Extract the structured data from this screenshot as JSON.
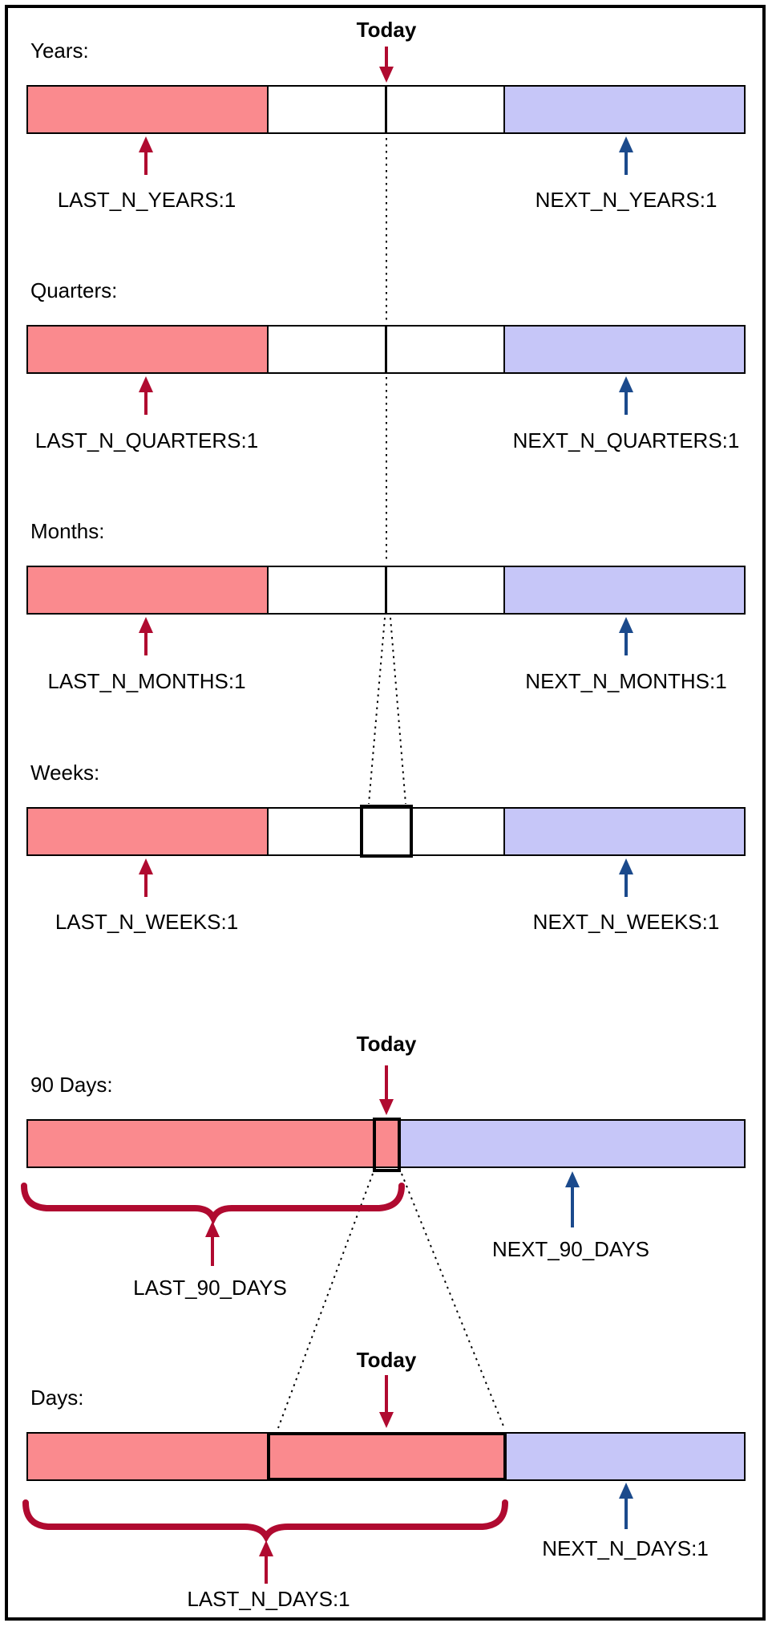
{
  "diagram": {
    "colors": {
      "past_fill": "#FA8A8E",
      "future_fill": "#C6C6F8",
      "past_accent": "#B00A30",
      "future_accent": "#1B4A8C",
      "outline": "#000000"
    },
    "today_top": "Today",
    "sections": [
      {
        "label": "Years:",
        "last": "LAST_N_YEARS:1",
        "next": "NEXT_N_YEARS:1"
      },
      {
        "label": "Quarters:",
        "last": "LAST_N_QUARTERS:1",
        "next": "NEXT_N_QUARTERS:1"
      },
      {
        "label": "Months:",
        "last": "LAST_N_MONTHS:1",
        "next": "NEXT_N_MONTHS:1"
      },
      {
        "label": "Weeks:",
        "last": "LAST_N_WEEKS:1",
        "next": "NEXT_N_WEEKS:1"
      },
      {
        "label": "90 Days:",
        "today": "Today",
        "last": "LAST_90_DAYS",
        "next": "NEXT_90_DAYS"
      },
      {
        "label": "Days:",
        "today": "Today",
        "last": "LAST_N_DAYS:1",
        "next": "NEXT_N_DAYS:1"
      }
    ]
  }
}
